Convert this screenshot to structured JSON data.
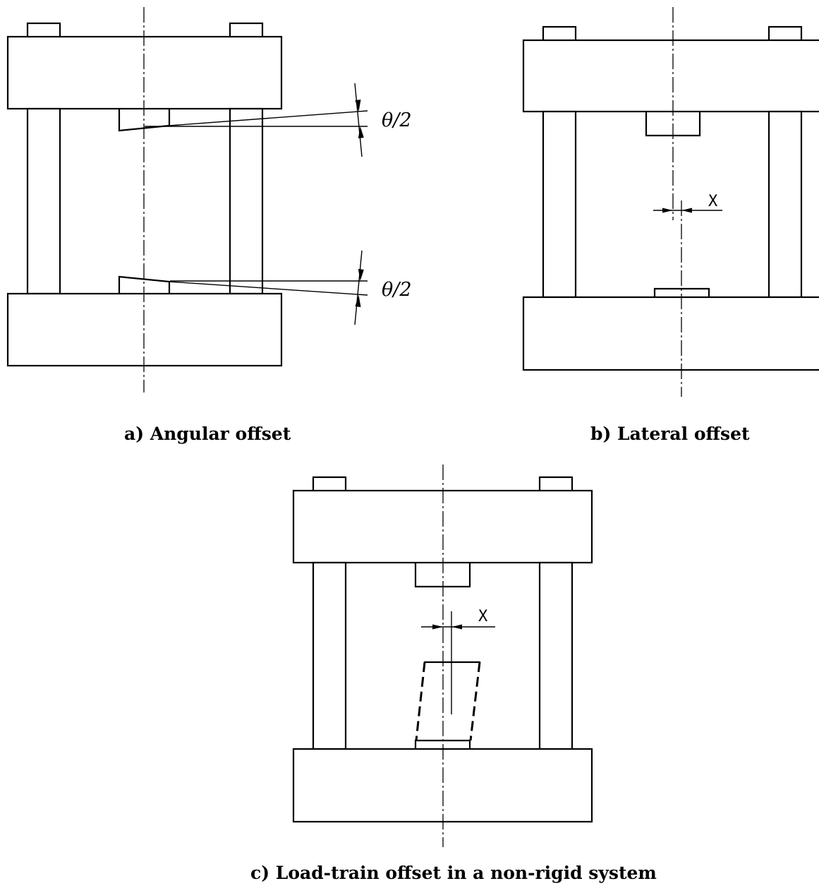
{
  "panels": {
    "a": {
      "caption": "a)  Angular offset",
      "dimension_upper": "θ/2",
      "dimension_lower": "θ/2"
    },
    "b": {
      "caption": "b)  Lateral offset",
      "dimension": "X"
    },
    "c": {
      "caption": "c)  Load-train offset in a non-rigid system",
      "dimension": "X"
    }
  }
}
